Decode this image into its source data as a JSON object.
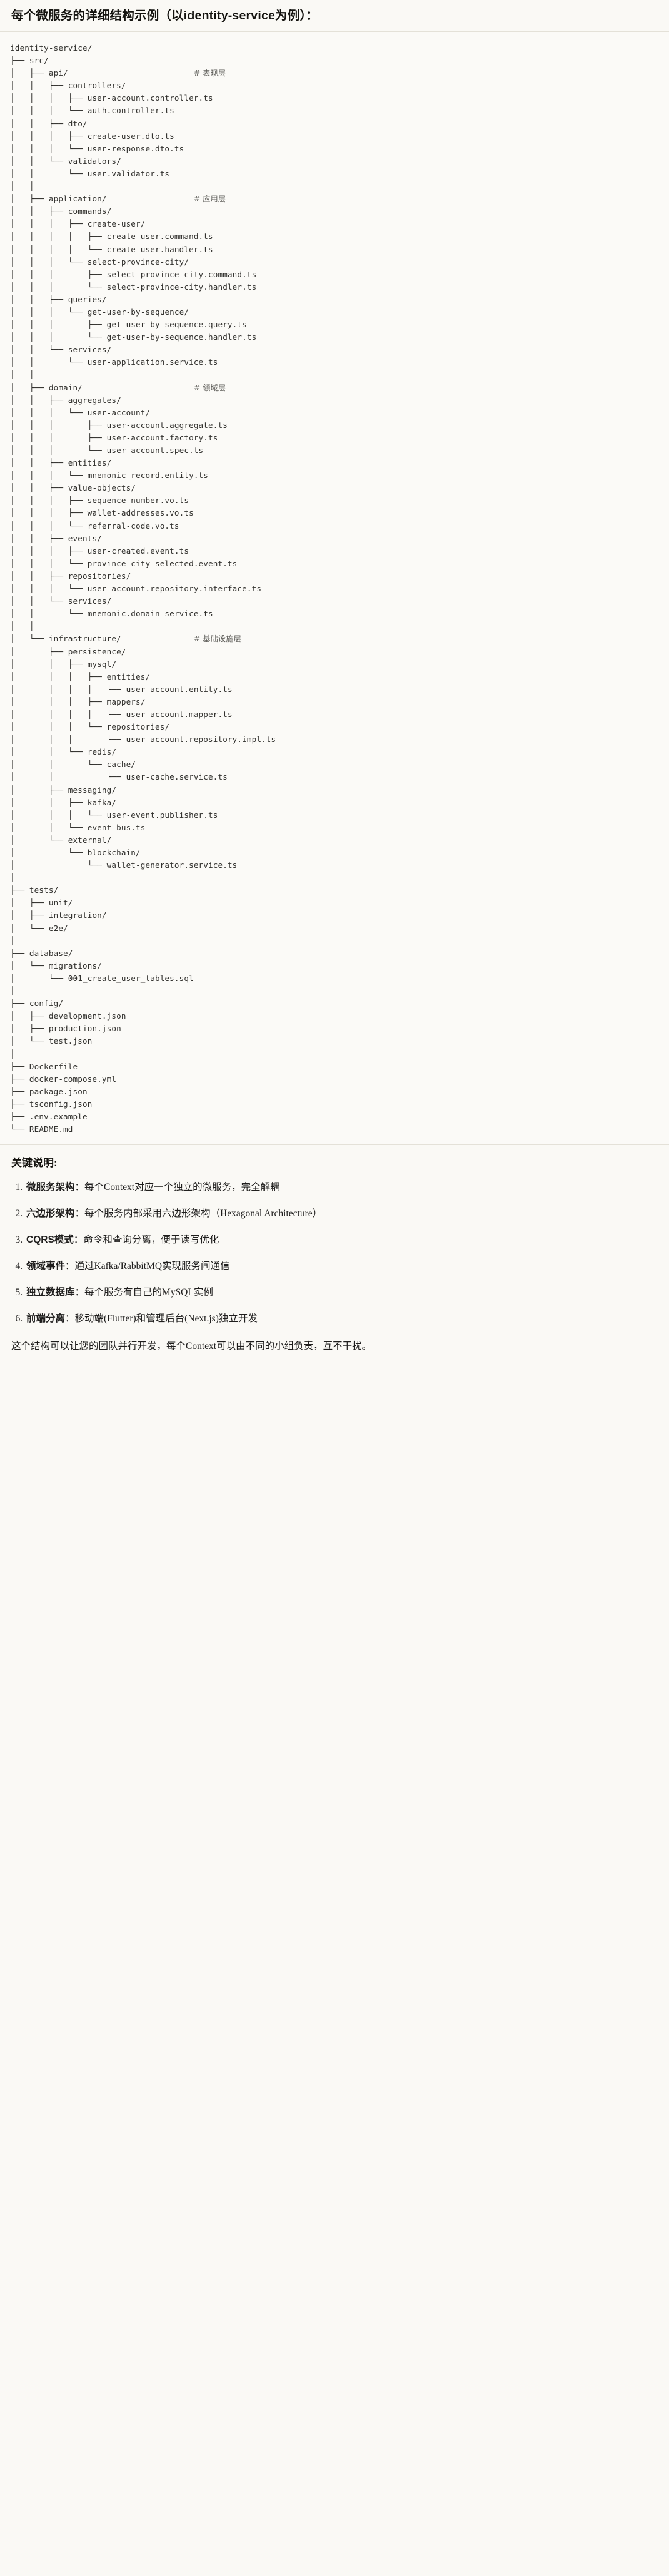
{
  "heading": "每个微服务的详细结构示例（以identity-service为例）：",
  "tree": {
    "root": "identity-service/",
    "lines": [
      "identity-service/",
      "├── src/",
      "│   ├── api/                          # 表现层",
      "│   │   ├── controllers/",
      "│   │   │   ├── user-account.controller.ts",
      "│   │   │   └── auth.controller.ts",
      "│   │   ├── dto/",
      "│   │   │   ├── create-user.dto.ts",
      "│   │   │   └── user-response.dto.ts",
      "│   │   └── validators/",
      "│   │       └── user.validator.ts",
      "│   │",
      "│   ├── application/                  # 应用层",
      "│   │   ├── commands/",
      "│   │   │   ├── create-user/",
      "│   │   │   │   ├── create-user.command.ts",
      "│   │   │   │   └── create-user.handler.ts",
      "│   │   │   └── select-province-city/",
      "│   │   │       ├── select-province-city.command.ts",
      "│   │   │       └── select-province-city.handler.ts",
      "│   │   ├── queries/",
      "│   │   │   └── get-user-by-sequence/",
      "│   │   │       ├── get-user-by-sequence.query.ts",
      "│   │   │       └── get-user-by-sequence.handler.ts",
      "│   │   └── services/",
      "│   │       └── user-application.service.ts",
      "│   │",
      "│   ├── domain/                       # 领域层",
      "│   │   ├── aggregates/",
      "│   │   │   └── user-account/",
      "│   │   │       ├── user-account.aggregate.ts",
      "│   │   │       ├── user-account.factory.ts",
      "│   │   │       └── user-account.spec.ts",
      "│   │   ├── entities/",
      "│   │   │   └── mnemonic-record.entity.ts",
      "│   │   ├── value-objects/",
      "│   │   │   ├── sequence-number.vo.ts",
      "│   │   │   ├── wallet-addresses.vo.ts",
      "│   │   │   └── referral-code.vo.ts",
      "│   │   ├── events/",
      "│   │   │   ├── user-created.event.ts",
      "│   │   │   └── province-city-selected.event.ts",
      "│   │   ├── repositories/",
      "│   │   │   └── user-account.repository.interface.ts",
      "│   │   └── services/",
      "│   │       └── mnemonic.domain-service.ts",
      "│   │",
      "│   └── infrastructure/               # 基础设施层",
      "│       ├── persistence/",
      "│       │   ├── mysql/",
      "│       │   │   ├── entities/",
      "│       │   │   │   └── user-account.entity.ts",
      "│       │   │   ├── mappers/",
      "│       │   │   │   └── user-account.mapper.ts",
      "│       │   │   └── repositories/",
      "│       │   │       └── user-account.repository.impl.ts",
      "│       │   └── redis/",
      "│       │       └── cache/",
      "│       │           └── user-cache.service.ts",
      "│       ├── messaging/",
      "│       │   ├── kafka/",
      "│       │   │   └── user-event.publisher.ts",
      "│       │   └── event-bus.ts",
      "│       └── external/",
      "│           └── blockchain/",
      "│               └── wallet-generator.service.ts",
      "│",
      "├── tests/",
      "│   ├── unit/",
      "│   ├── integration/",
      "│   └── e2e/",
      "│",
      "├── database/",
      "│   └── migrations/",
      "│       └── 001_create_user_tables.sql",
      "│",
      "├── config/",
      "│   ├── development.json",
      "│   ├── production.json",
      "│   └── test.json",
      "│",
      "├── Dockerfile",
      "├── docker-compose.yml",
      "├── package.json",
      "├── tsconfig.json",
      "├── .env.example",
      "└── README.md"
    ],
    "layer_comments": [
      "# 表现层",
      "# 应用层",
      "# 领域层",
      "# 基础设施层"
    ]
  },
  "keypoints": {
    "title": "关键说明:",
    "items": [
      {
        "index": "1.",
        "term": "微服务架构",
        "sep": "：",
        "desc": "每个Context对应一个独立的微服务，完全解耦"
      },
      {
        "index": "2.",
        "term": "六边形架构",
        "sep": "：",
        "desc": "每个服务内部采用六边形架构（Hexagonal Architecture）"
      },
      {
        "index": "3.",
        "term": "CQRS模式",
        "sep": "：",
        "desc": "命令和查询分离，便于读写优化"
      },
      {
        "index": "4.",
        "term": "领域事件",
        "sep": "：",
        "desc": "通过Kafka/RabbitMQ实现服务间通信"
      },
      {
        "index": "5.",
        "term": "独立数据库",
        "sep": "：",
        "desc": "每个服务有自己的MySQL实例"
      },
      {
        "index": "6.",
        "term": "前端分离",
        "sep": "：",
        "desc": "移动端(Flutter)和管理后台(Next.js)独立开发"
      }
    ],
    "footer": "这个结构可以让您的团队并行开发，每个Context可以由不同的小组负责，互不干扰。"
  },
  "colors": {
    "page_bg": "#faf9f5",
    "code_bg": "#fbfaf7",
    "rule": "#e4e1d8",
    "text": "#1f1e1d",
    "code_text": "#32312e",
    "comment_text": "#5d5c58"
  }
}
